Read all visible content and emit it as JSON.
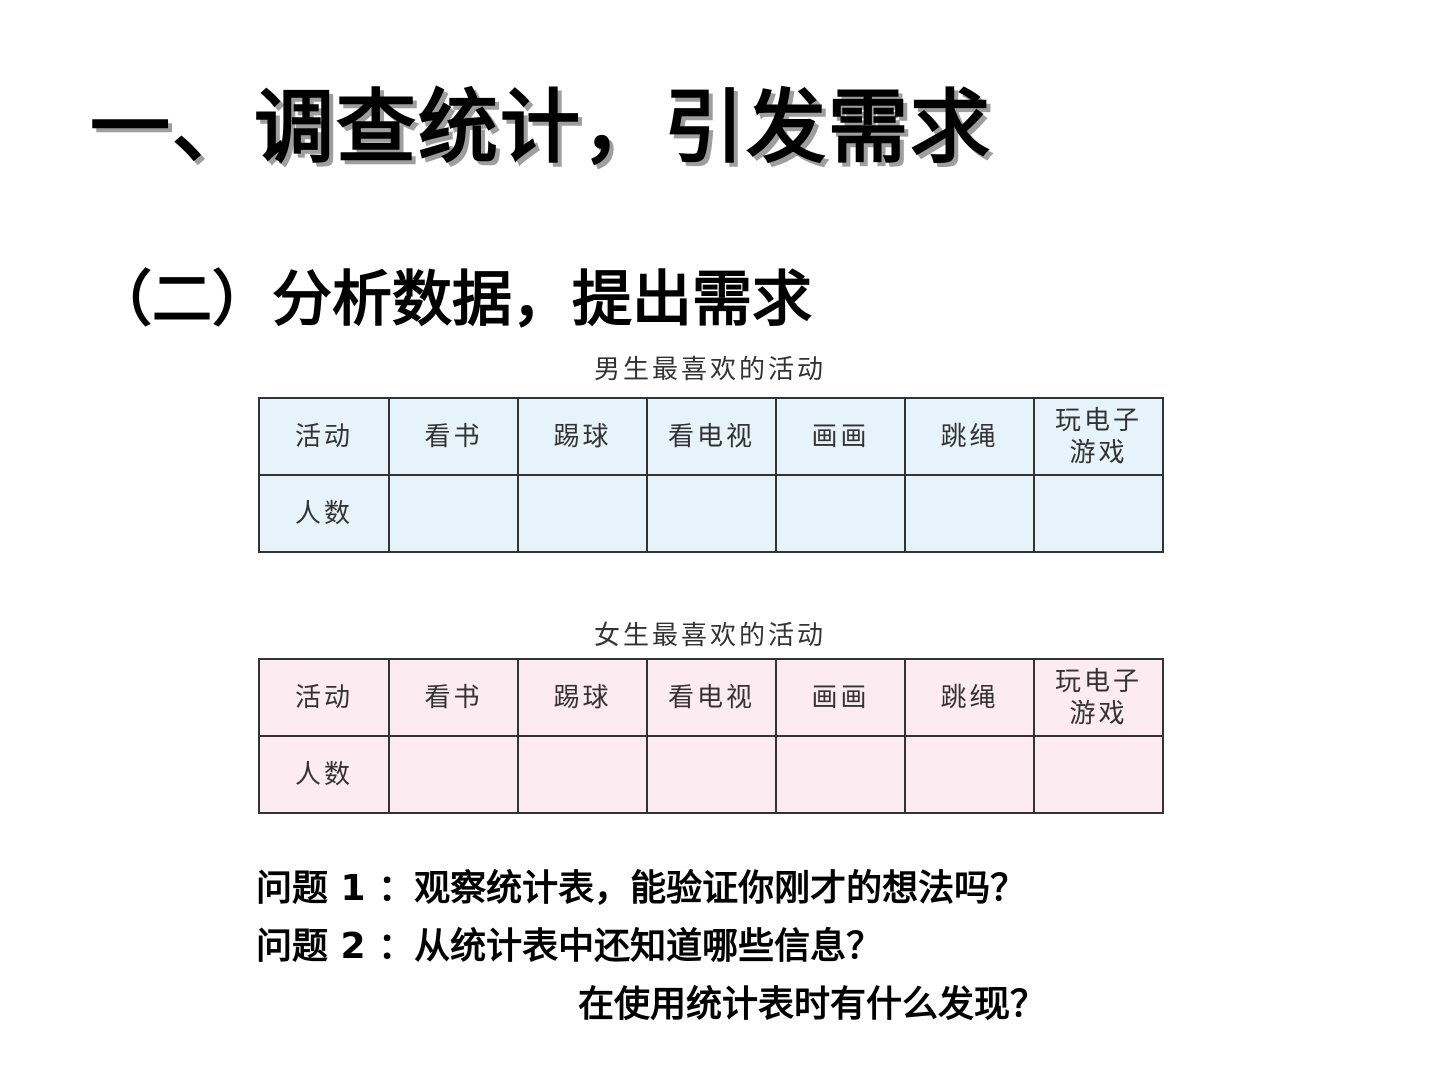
{
  "title": "一、调查统计，引发需求",
  "subtitle": "（二）分析数据，提出需求",
  "boys_table": {
    "caption": "男生最喜欢的活动",
    "header_label": "活动",
    "activities": [
      "看书",
      "踢球",
      "看电视",
      "画画",
      "跳绳",
      "玩电子\n游戏"
    ],
    "row_label": "人数",
    "counts": [
      "",
      "",
      "",
      "",
      "",
      ""
    ],
    "background": "#e6f3fb"
  },
  "girls_table": {
    "caption": "女生最喜欢的活动",
    "header_label": "活动",
    "activities": [
      "看书",
      "踢球",
      "看电视",
      "画画",
      "跳绳",
      "玩电子\n游戏"
    ],
    "row_label": "人数",
    "counts": [
      "",
      "",
      "",
      "",
      "",
      ""
    ],
    "background": "#fcebf1"
  },
  "questions": [
    "问题 1 ：观察统计表，能验证你刚才的想法吗？",
    "问题 2 ：从统计表中还知道哪些信息？",
    "在使用统计表时有什么发现？"
  ]
}
